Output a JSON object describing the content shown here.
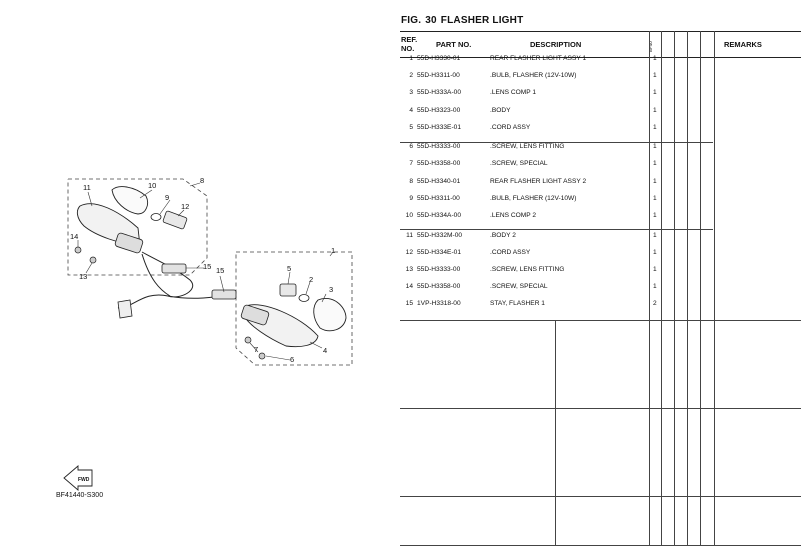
{
  "figure": {
    "prefix": "FIG.",
    "number": "30",
    "title": "FLASHER LIGHT",
    "image_code": "BF41440-S300"
  },
  "diagram": {
    "callouts": [
      "1",
      "2",
      "3",
      "4",
      "5",
      "6",
      "7",
      "8",
      "9",
      "10",
      "11",
      "12",
      "13",
      "14",
      "15",
      "15"
    ],
    "arrow_label": "FWD"
  },
  "table": {
    "headers": {
      "ref_line1": "REF.",
      "ref_line2": "NO.",
      "part_no": "PART NO.",
      "description": "DESCRIPTION",
      "model_code": "BF40",
      "remarks": "REMARKS"
    },
    "rows": [
      {
        "ref": "1",
        "part_no": "55D-H3330-01",
        "description": "REAR FLASHER LIGHT ASSY 1",
        "qty": "1"
      },
      {
        "ref": "2",
        "part_no": "55D-H3311-00",
        "description": ".BULB, FLASHER (12V-10W)",
        "qty": "1"
      },
      {
        "ref": "3",
        "part_no": "55D-H333A-00",
        "description": ".LENS COMP 1",
        "qty": "1"
      },
      {
        "ref": "4",
        "part_no": "55D-H3323-00",
        "description": ".BODY",
        "qty": "1"
      },
      {
        "ref": "5",
        "part_no": "55D-H333E-01",
        "description": ".CORD ASSY",
        "qty": "1"
      },
      {
        "ref": "6",
        "part_no": "55D-H3333-00",
        "description": ".SCREW, LENS FITTING",
        "qty": "1"
      },
      {
        "ref": "7",
        "part_no": "55D-H3358-00",
        "description": ".SCREW, SPECIAL",
        "qty": "1"
      },
      {
        "ref": "8",
        "part_no": "55D-H3340-01",
        "description": "REAR FLASHER LIGHT ASSY 2",
        "qty": "1"
      },
      {
        "ref": "9",
        "part_no": "55D-H3311-00",
        "description": ".BULB, FLASHER (12V-10W)",
        "qty": "1"
      },
      {
        "ref": "10",
        "part_no": "55D-H334A-00",
        "description": ".LENS COMP 2",
        "qty": "1"
      },
      {
        "ref": "11",
        "part_no": "55D-H332M-00",
        "description": ".BODY 2",
        "qty": "1"
      },
      {
        "ref": "12",
        "part_no": "55D-H334E-01",
        "description": ".CORD ASSY",
        "qty": "1"
      },
      {
        "ref": "13",
        "part_no": "55D-H3333-00",
        "description": ".SCREW, LENS FITTING",
        "qty": "1"
      },
      {
        "ref": "14",
        "part_no": "55D-H3358-00",
        "description": ".SCREW, SPECIAL",
        "qty": "1"
      },
      {
        "ref": "15",
        "part_no": "1VP-H3318-00",
        "description": "STAY, FLASHER 1",
        "qty": "2"
      }
    ]
  }
}
